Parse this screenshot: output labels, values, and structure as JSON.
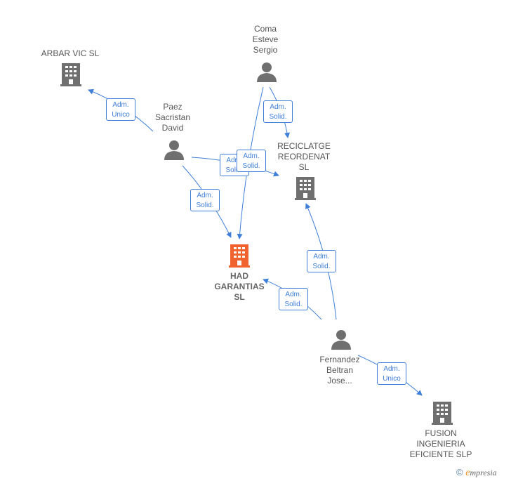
{
  "nodes": {
    "arbar": {
      "lines": [
        "ARBAR VIC SL"
      ],
      "type": "company"
    },
    "coma": {
      "lines": [
        "Coma",
        "Esteve",
        "Sergio"
      ],
      "type": "person"
    },
    "paez": {
      "lines": [
        "Paez",
        "Sacristan",
        "David"
      ],
      "type": "person"
    },
    "reciclatge": {
      "lines": [
        "RECICLATGE",
        "REORDENAT",
        "SL"
      ],
      "type": "company"
    },
    "had": {
      "lines": [
        "HAD",
        "GARANTIAS",
        "SL"
      ],
      "type": "company-main"
    },
    "fernandez": {
      "lines": [
        "Fernandez",
        "Beltran",
        "Jose..."
      ],
      "type": "person"
    },
    "fusion": {
      "lines": [
        "FUSION",
        "INGENIERIA",
        "EFICIENTE SLP"
      ],
      "type": "company"
    }
  },
  "relations": [
    {
      "lines": [
        "Adm.",
        "Unico"
      ]
    },
    {
      "lines": [
        "Adm.",
        "Solid."
      ]
    },
    {
      "lines": [
        "Adm.",
        "Solid."
      ]
    },
    {
      "lines": [
        "Adm.",
        "Solid."
      ]
    },
    {
      "lines": [
        "Adm.",
        "Solid."
      ]
    },
    {
      "lines": [
        "Adm.",
        "Solid."
      ]
    },
    {
      "lines": [
        "Adm.",
        "Solid."
      ]
    },
    {
      "lines": [
        "Adm.",
        "Unico"
      ]
    }
  ],
  "colors": {
    "edge": "#3f7fd8",
    "person_icon": "#6f6f6f",
    "company_icon": "#6f6f6f",
    "main_company_icon": "#f0622e"
  },
  "footer": {
    "symbol": "©",
    "brand_e": "e",
    "brand_rest": "mpresia"
  }
}
